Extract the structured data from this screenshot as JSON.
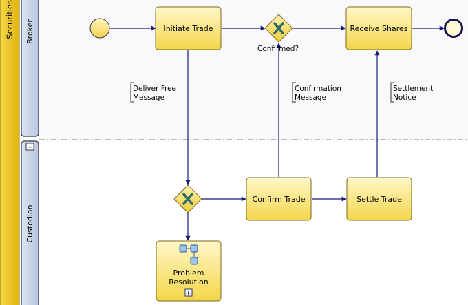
{
  "pool": {
    "label": "Securities"
  },
  "lanes": [
    {
      "id": "broker",
      "label": "Broker"
    },
    {
      "id": "custodian",
      "label": "Custodian"
    }
  ],
  "tasks": {
    "initiate_trade": [
      "Initiate Trade"
    ],
    "receive_shares": [
      "Receive Shares"
    ],
    "confirm_trade": [
      "Confirm Trade"
    ],
    "settle_trade": [
      "Settle Trade"
    ],
    "problem_resolution": [
      "Problem",
      "Resolution"
    ]
  },
  "gateways": {
    "confirmed": "Confirmed?"
  },
  "annotations": {
    "deliver_free": [
      "Deliver Free",
      "Message"
    ],
    "confirmation": [
      "Confirmation",
      "Message"
    ],
    "settlement": [
      "Settlement",
      "Notice"
    ]
  },
  "symbols": {
    "collapse": "−",
    "expand": "+"
  },
  "colors": {
    "task_fill_top": "#fff6c4",
    "task_fill_bottom": "#f6d84c",
    "task_stroke": "#7a6a20",
    "flow": "#1a1a7a",
    "gateway_x": "#2e6b6b",
    "pool_fill": "#f2c71c",
    "lane_fill": "#c5d3e6",
    "lane_stroke": "#33334a",
    "divider": "#777777"
  }
}
